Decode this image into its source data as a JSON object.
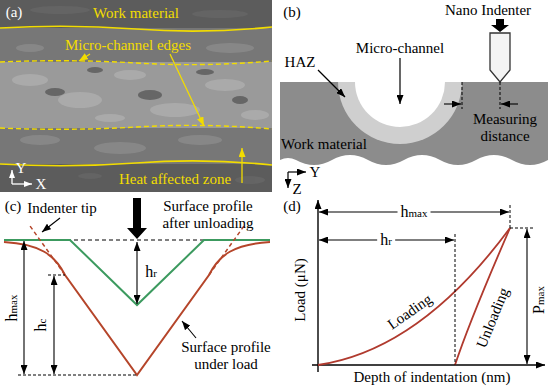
{
  "diagram": {
    "labels": [
      "(a)",
      "Work material",
      "Micro-channel edges",
      "Heat affected zone",
      "Y",
      "X",
      "(b)",
      "Nano Indenter",
      "HAZ",
      "Micro-channel",
      "Work material",
      "Measuring distance",
      "Y",
      "Z",
      "(c)",
      "Indenter tip",
      "Surface profile after unloading",
      "hr",
      "hmax",
      "hc",
      "Surface profile under load",
      "(d)",
      "hmax",
      "hr",
      "Load (μN)",
      "Depth of indentation (nm)",
      "Loading",
      "Unloading",
      "Pmax"
    ]
  }
}
